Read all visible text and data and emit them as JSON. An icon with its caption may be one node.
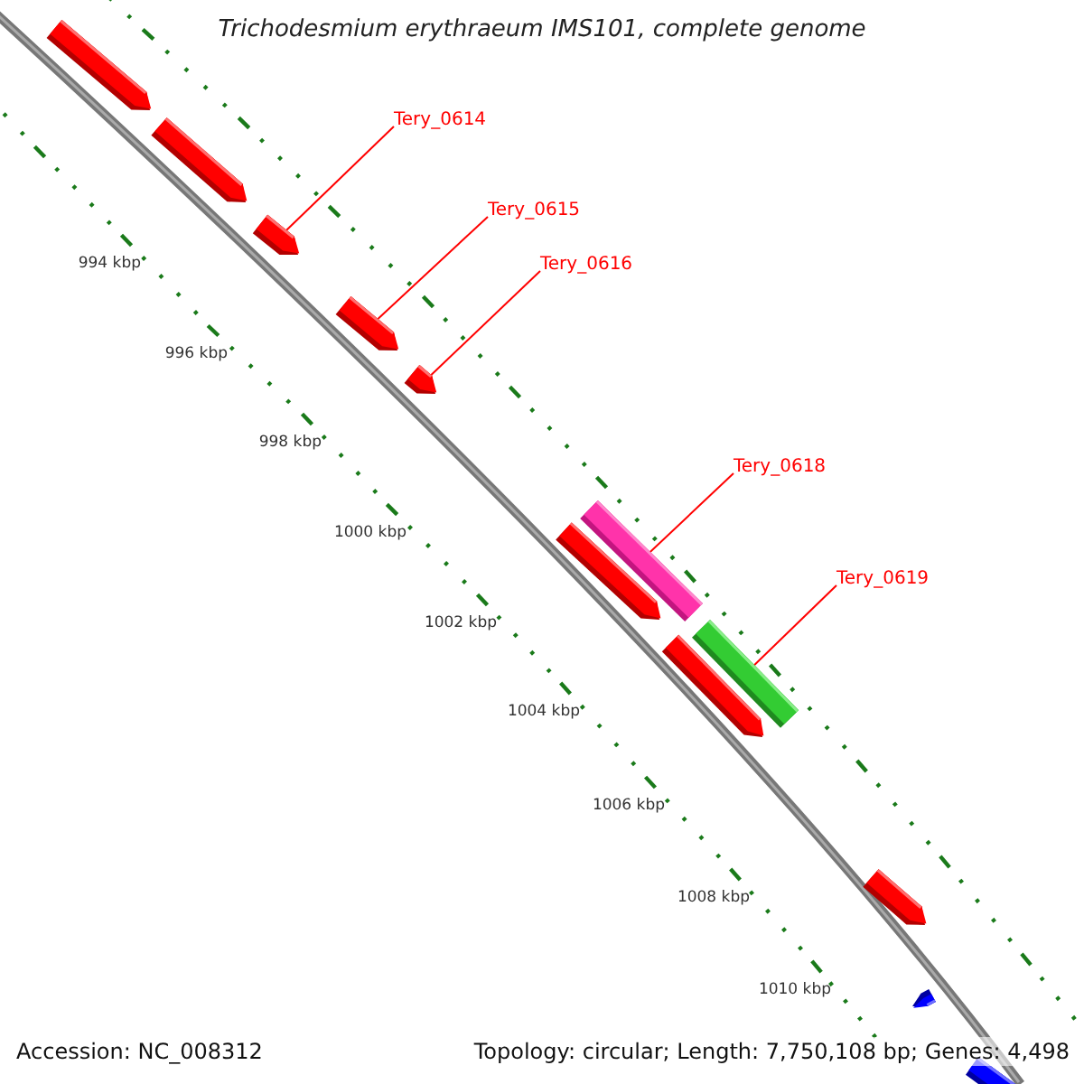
{
  "diagram": {
    "title": "Trichodesmium erythraeum IMS101, complete genome",
    "nodes": [
      {
        "text": [
          "Tery_0614"
        ]
      },
      {
        "text": [
          "Tery_0615"
        ]
      },
      {
        "text": [
          "Tery_0616"
        ]
      },
      {
        "text": [
          "Tery_0618"
        ]
      },
      {
        "text": [
          "Tery_0619"
        ]
      },
      {
        "text": [],
        "shape": "bar"
      },
      {
        "text": [],
        "shape": "bar"
      },
      {
        "text": [],
        "shape": "bar"
      },
      {
        "text": [],
        "shape": "bar"
      },
      {
        "text": [],
        "shape": "bar"
      },
      {
        "text": [],
        "shape": "bar"
      },
      {
        "text": [],
        "shape": "bar"
      },
      {
        "text": [],
        "shape": "bar"
      },
      {
        "text": [],
        "shape": "bar"
      },
      {
        "text": [],
        "shape": "bar"
      },
      {
        "text": [],
        "shape": "bar"
      },
      {
        "text": [],
        "shape": "bar"
      }
    ],
    "edges": [
      {
        "from": 0,
        "to": 7,
        "arrow": "none"
      },
      {
        "from": 1,
        "to": 8,
        "arrow": "none"
      },
      {
        "from": 2,
        "to": 9,
        "arrow": "none"
      },
      {
        "from": 3,
        "to": 10,
        "arrow": "none"
      },
      {
        "from": 4,
        "to": 12,
        "arrow": "none"
      }
    ],
    "labels": [
      "994 kbp",
      "996 kbp",
      "998 kbp",
      "1000 kbp",
      "1002 kbp",
      "1004 kbp",
      "1006 kbp",
      "1008 kbp",
      "1010 kbp",
      "Accession: NC_008312",
      "Topology: circular; Length: 7,750,108 bp; Genes: 4,498"
    ]
  }
}
